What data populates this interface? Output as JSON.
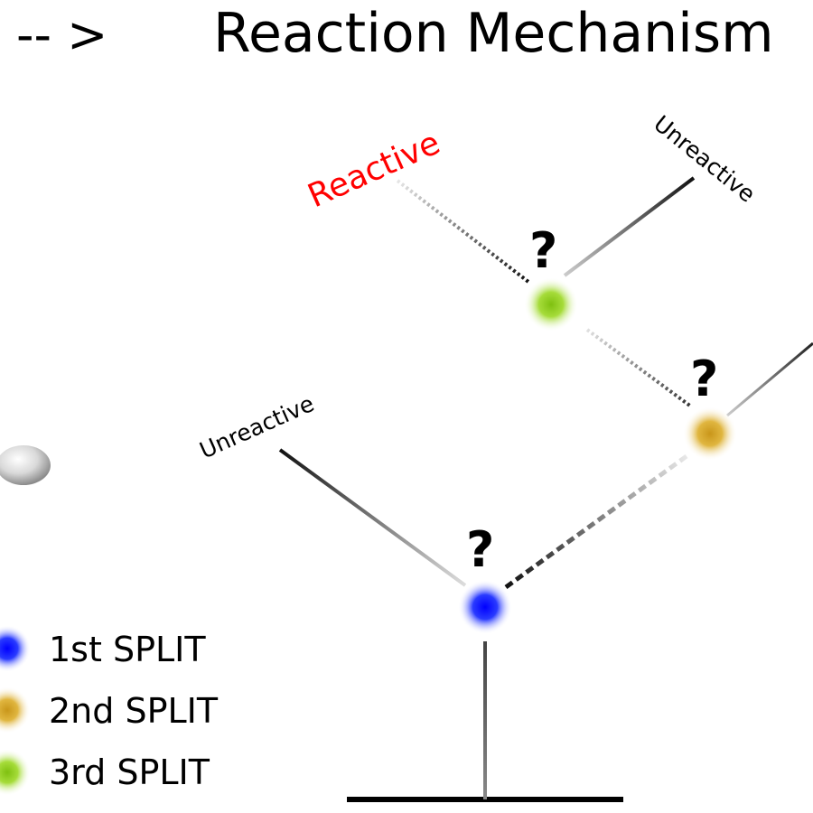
{
  "header": {
    "arrow": "-- >",
    "title": "Reaction Mechanism"
  },
  "labels": {
    "reactive": "Reactive",
    "unreactive_left": "Unreactive",
    "unreactive_top": "Unreactive",
    "question": "?"
  },
  "legend": [
    {
      "label": "1st SPLIT",
      "color": "#1a2cff"
    },
    {
      "label": "2nd SPLIT",
      "color": "#d8a92a"
    },
    {
      "label": "3rd SPLIT",
      "color": "#8fce1a"
    }
  ],
  "colors": {
    "reactive_text": "#ff0000",
    "text": "#000000",
    "split1": "#1a2cff",
    "split2": "#d8a92a",
    "split3": "#8fce1a",
    "sphere": "#d8d8d8"
  }
}
